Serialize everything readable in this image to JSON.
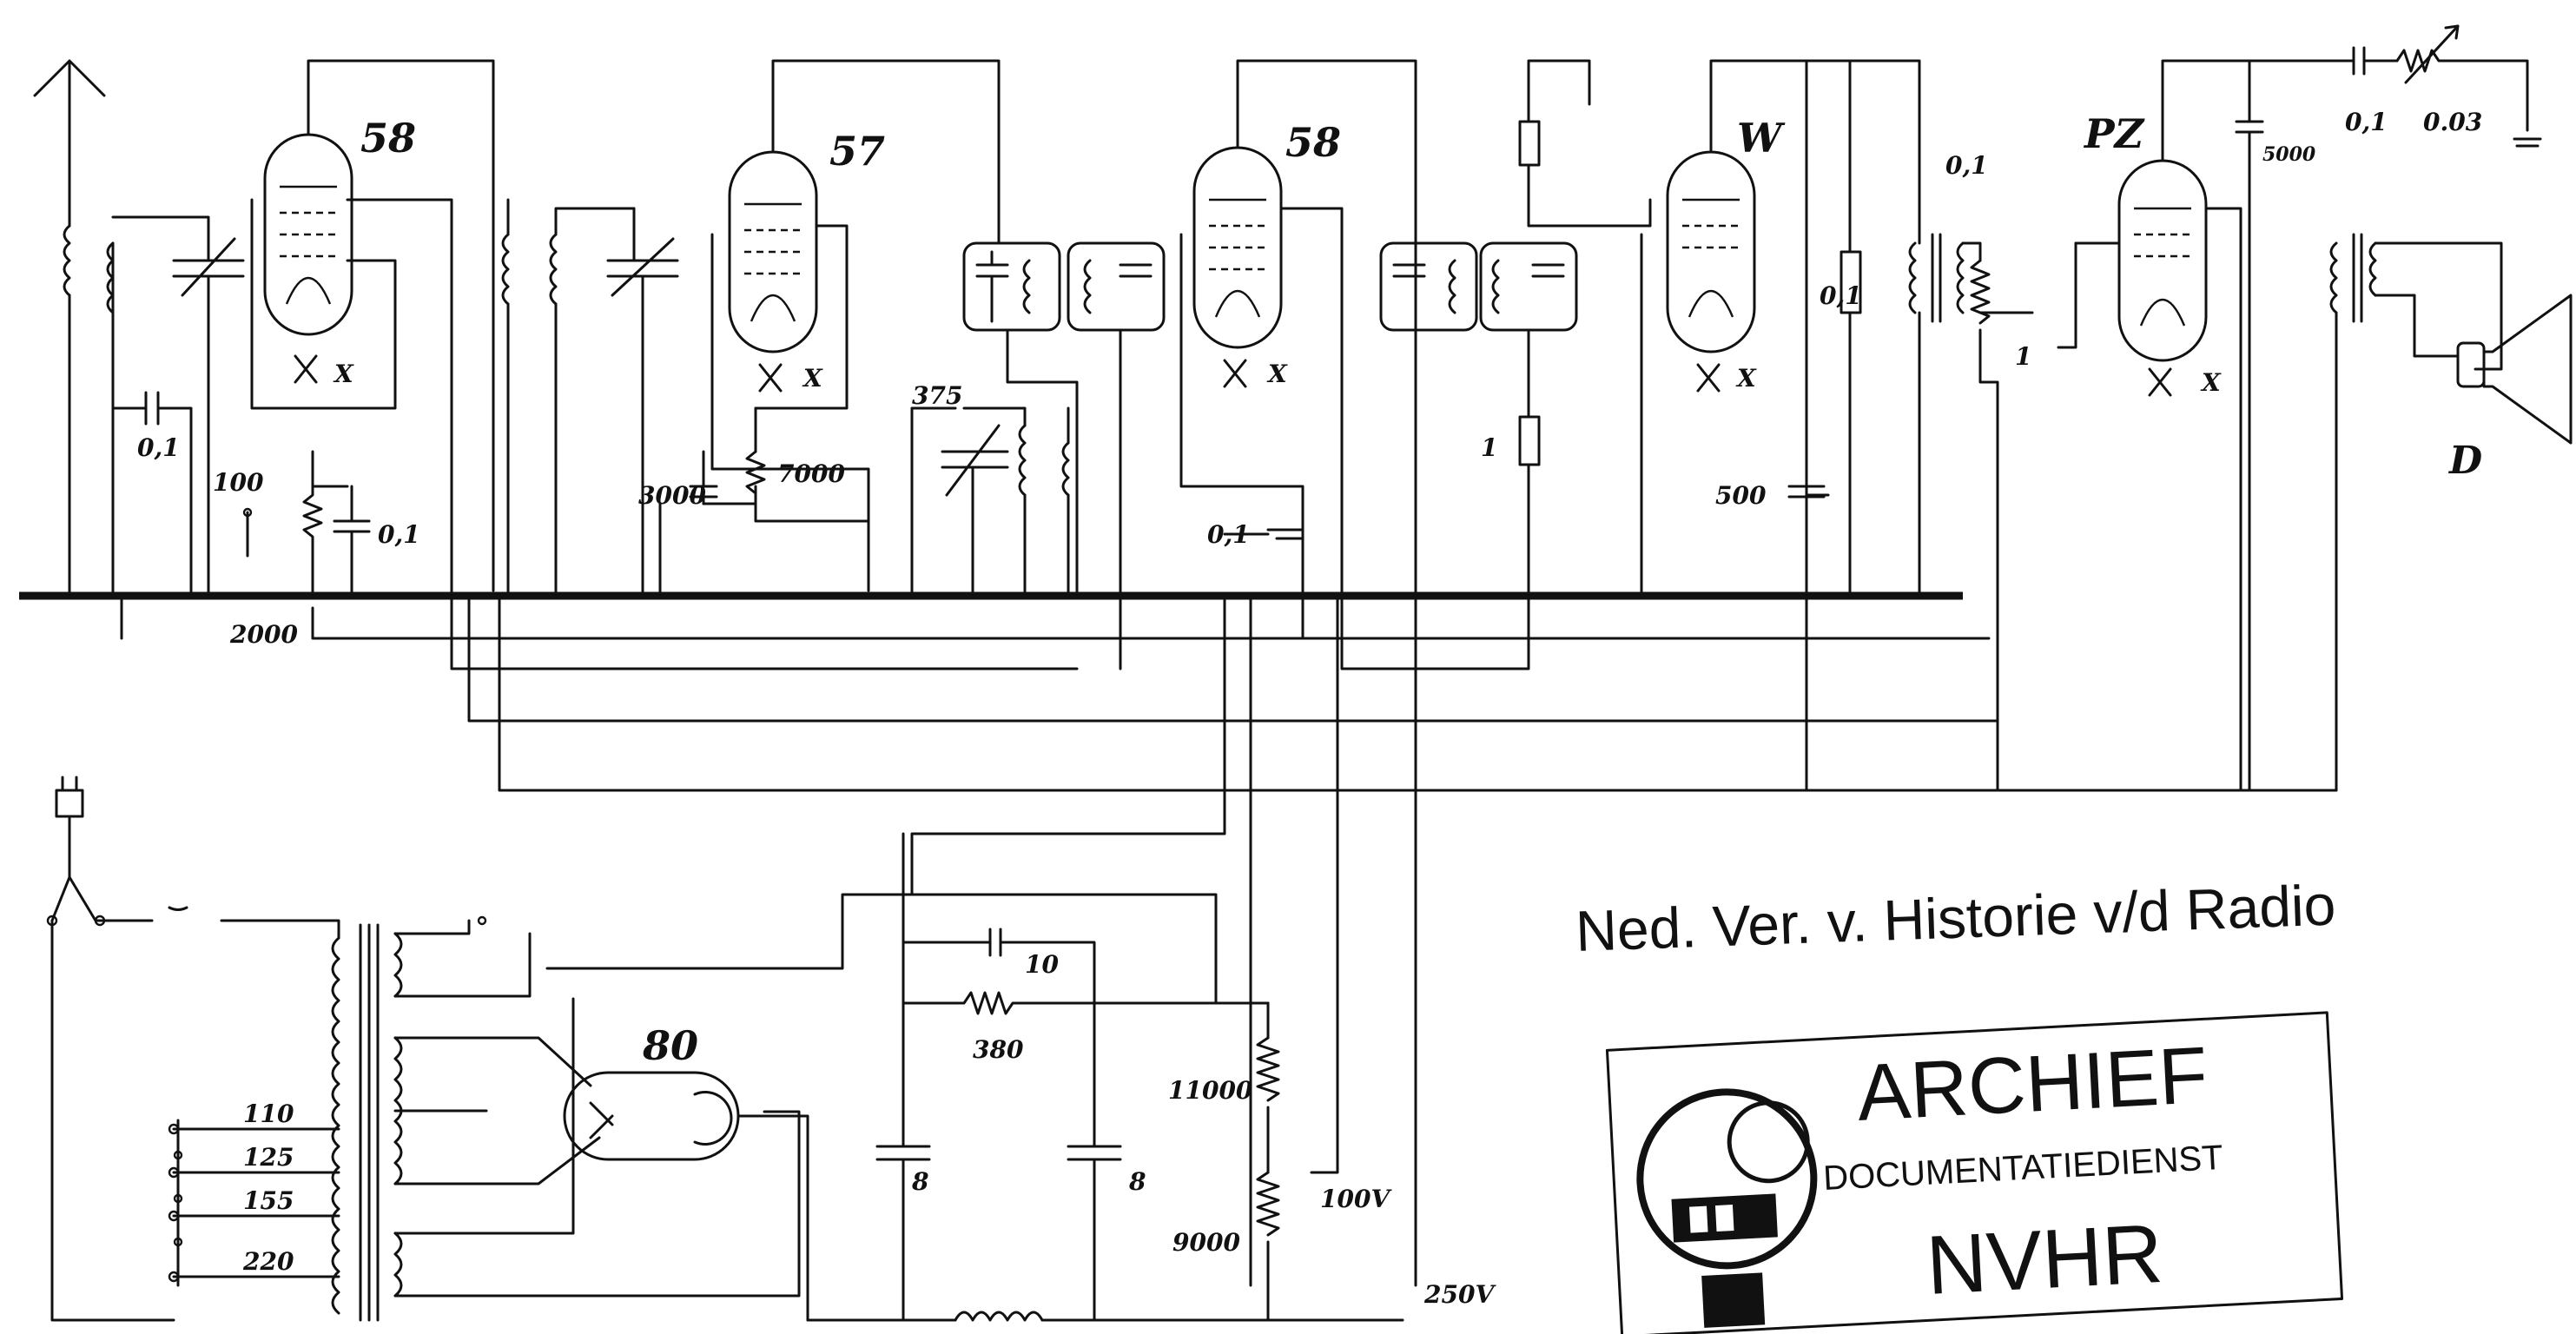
{
  "tubes": {
    "t1": "58",
    "t2": "57",
    "t3": "58",
    "t4": "W",
    "t5": "PZ",
    "rect": "80"
  },
  "heater_mark": "X",
  "values": {
    "c_ant": "0,1",
    "r_100": "100",
    "c_01a": "0,1",
    "r_2000": "2000",
    "c_3000": "3000",
    "r_7000": "7000",
    "c_375": "375",
    "c_01b": "0,1",
    "r_1": "1",
    "c_500": "500",
    "r_01": "0,1",
    "c_01c": "0,1",
    "c_5000": "5000",
    "c_01d": "0,1",
    "r_003": "0.03",
    "r_1b": "1",
    "c_10": "10",
    "r_380": "380",
    "c_8a": "8",
    "c_8b": "8",
    "r_11000": "11000",
    "r_9000": "9000",
    "v_100": "100V",
    "v_250": "250V",
    "tap_110": "110",
    "tap_125": "125",
    "tap_155": "155",
    "tap_220": "220"
  },
  "speaker_label": "D",
  "society": "Ned. Ver. v. Historie v/d Radio",
  "stamp": {
    "line1": "ARCHIEF",
    "line2": "DOCUMENTATIEDIENST",
    "line3": "NVHR"
  }
}
